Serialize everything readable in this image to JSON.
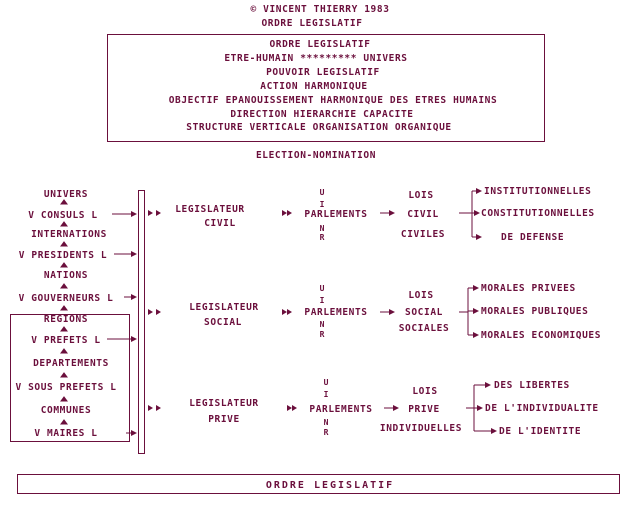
{
  "header": {
    "copyright": "© VINCENT THIERRY 1983",
    "title": "ORDRE LEGISLATIF"
  },
  "principles": [
    "ORDRE LEGISLATIF",
    "ETRE-HUMAIN ********* UNIVERS",
    "POUVOIR LEGISLATIF",
    "ACTION HARMONIQUE",
    "OBJECTIF EPANOUISSEMENT  HARMONIQUE DES ETRES HUMAINS",
    "DIRECTION HIERARCHIE CAPACITE",
    "STRUCTURE VERTICALE    ORGANISATION ORGANIQUE"
  ],
  "election_label": "ELECTION-NOMINATION",
  "hierarchy": [
    "UNIVERS",
    "V CONSULS L",
    "INTERNATIONS",
    "V PRESIDENTS L",
    "NATIONS",
    "V GOUVERNEURS L",
    "REGIONS",
    "V PREFETS L",
    "DEPARTEMENTS",
    "V SOUS PREFETS L",
    "COMMUNES",
    "V MAIRES L"
  ],
  "unir_letters": [
    "U",
    "I",
    "N",
    "R"
  ],
  "branches": [
    {
      "legislator": [
        "LEGISLATEUR",
        "CIVIL"
      ],
      "parlements": "PARLEMENTS",
      "laws": [
        "LOIS",
        "CIVIL",
        "CIVILES"
      ],
      "outcomes": [
        "INSTITUTIONNELLES",
        "CONSTITUTIONNELLES",
        "DE DEFENSE"
      ]
    },
    {
      "legislator": [
        "LEGISLATEUR",
        "SOCIAL"
      ],
      "parlements": "PARLEMENTS",
      "laws": [
        "LOIS",
        "SOCIAL",
        "SOCIALES"
      ],
      "outcomes": [
        "MORALES PRIVEES",
        "MORALES PUBLIQUES",
        "MORALES ECONOMIQUES"
      ]
    },
    {
      "legislator": [
        "LEGISLATEUR",
        "PRIVE"
      ],
      "parlements": "PARLEMENTS",
      "laws": [
        "LOIS",
        "PRIVE",
        "INDIVIDUELLES"
      ],
      "outcomes": [
        "DES LIBERTES",
        "DE L'INDIVIDUALITE",
        "DE L'IDENTITE"
      ]
    }
  ],
  "footer": "ORDRE   LEGISLATIF"
}
